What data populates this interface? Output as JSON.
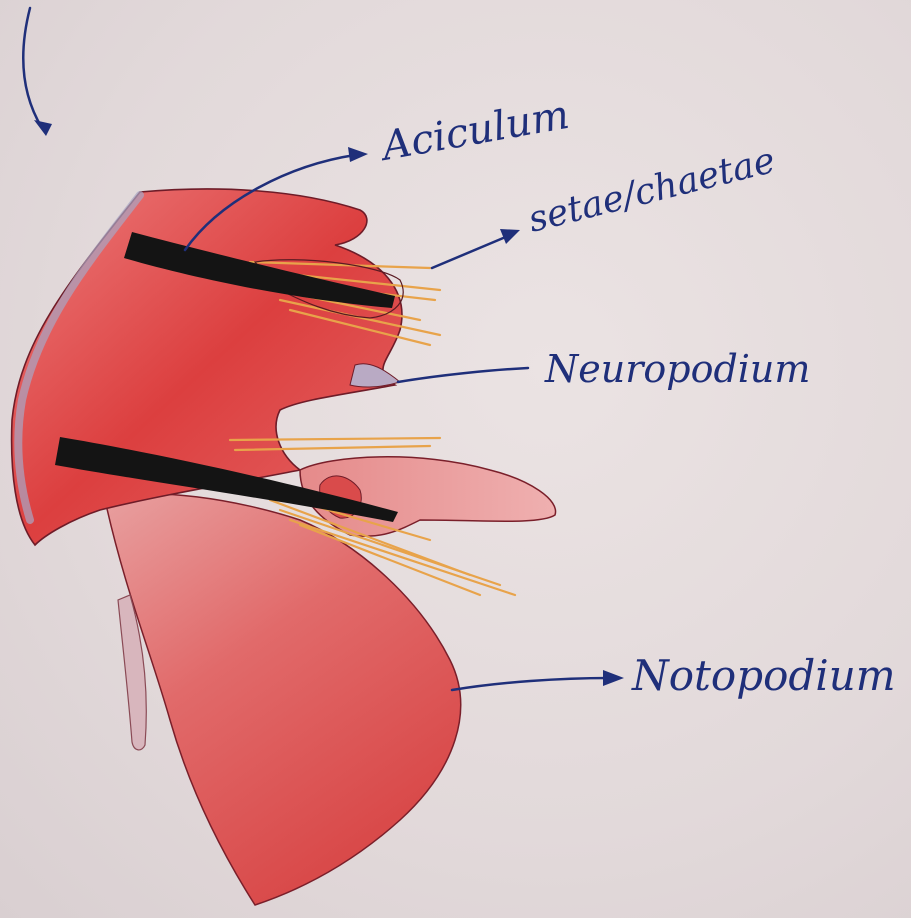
{
  "labels": {
    "aciculum": "Aciculum",
    "setae_chaetae": "setae/chaetae",
    "neuropodium": "Neuropodium",
    "notopodium": "Notopodium"
  },
  "colors": {
    "ink": "#1f2f7a",
    "flesh_red": "#e25a5a",
    "flesh_dark": "#d23a3a",
    "flesh_light": "#efa3a3",
    "aciculum_black": "#141414",
    "setae_orange": "#e8a34a",
    "paper": "#e4dcdc"
  }
}
